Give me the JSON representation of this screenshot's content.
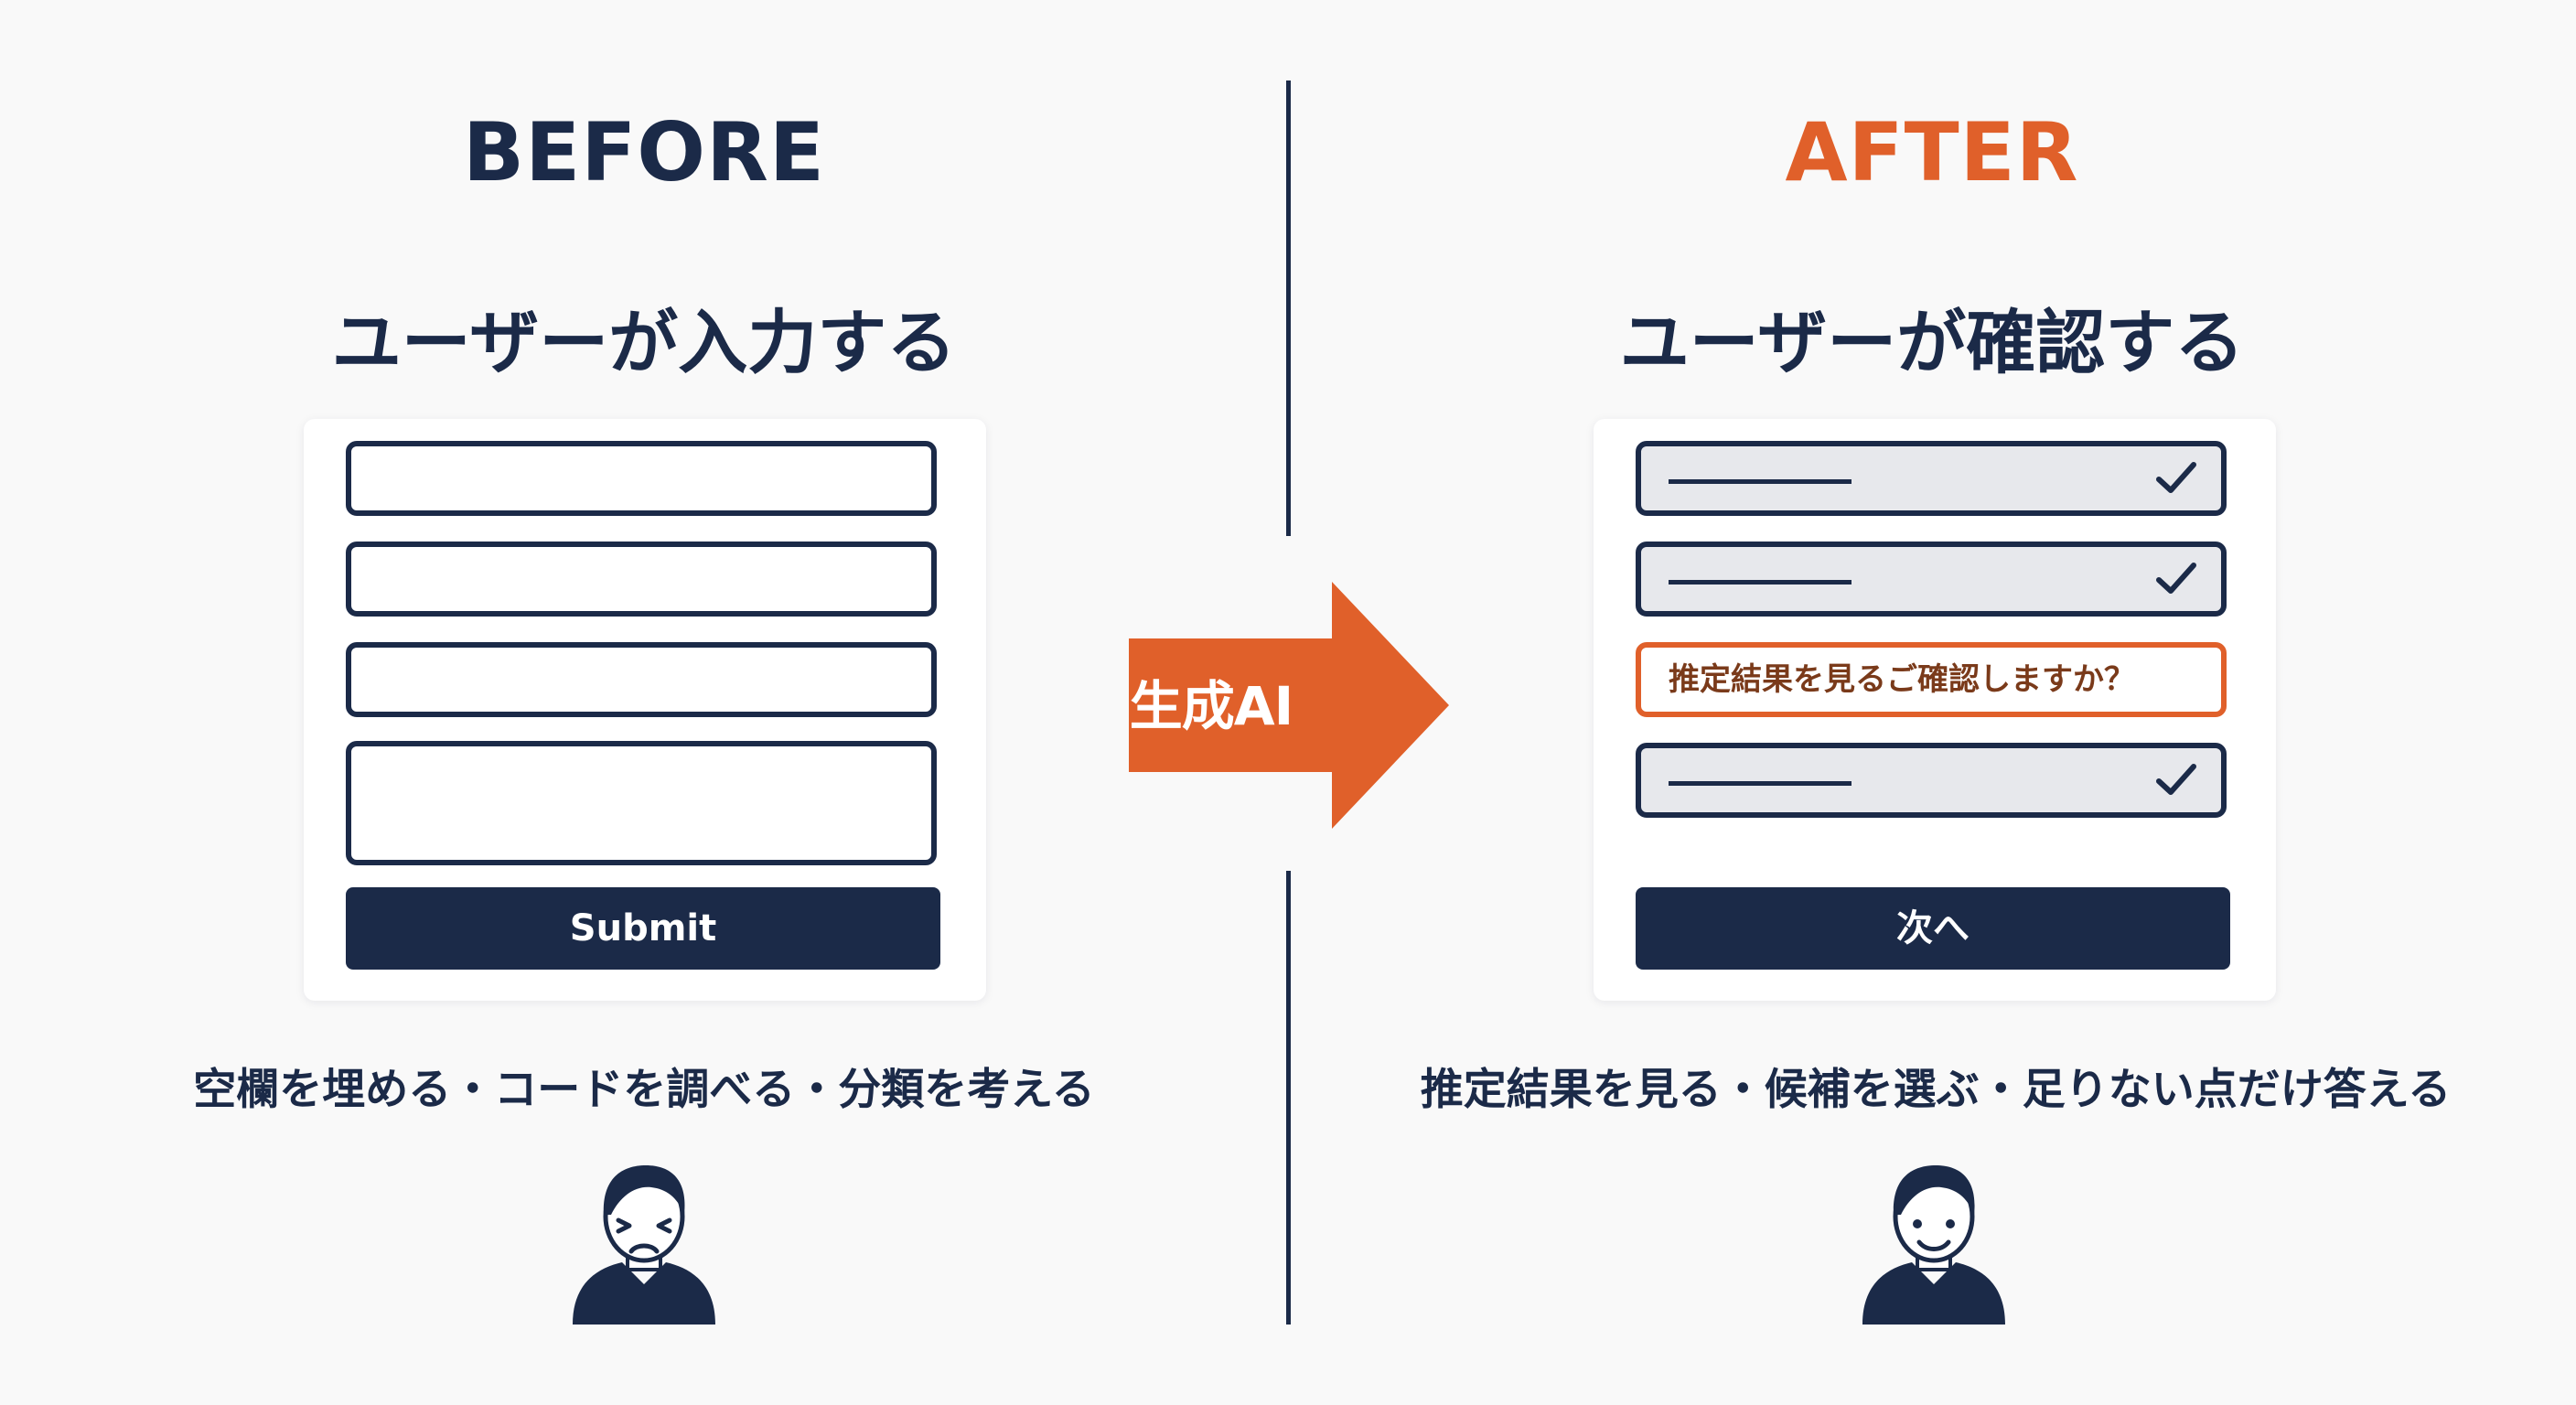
{
  "before": {
    "title": "BEFORE",
    "subtitle": "ユーザーが入力する",
    "submit_label": "Submit",
    "caption": "空欄を埋める・コードを調べる・分類を考える"
  },
  "after": {
    "title": "AFTER",
    "subtitle": "ユーザーが確認する",
    "prompt_text": "推定結果を見るご確認しますか？",
    "next_label": "次へ",
    "caption": "推定結果を見る・候補を選ぶ・足りない点だけ答える"
  },
  "arrow_label": "生成AI",
  "colors": {
    "navy": "#1b2a48",
    "accent_orange": "#e0602a",
    "filled_field": "#e7e8ec",
    "background": "#f9f9f9"
  },
  "icons": {
    "before_person": "frustrated-person-icon",
    "after_person": "smiling-person-icon",
    "check": "check-icon",
    "arrow": "right-arrow-icon"
  }
}
